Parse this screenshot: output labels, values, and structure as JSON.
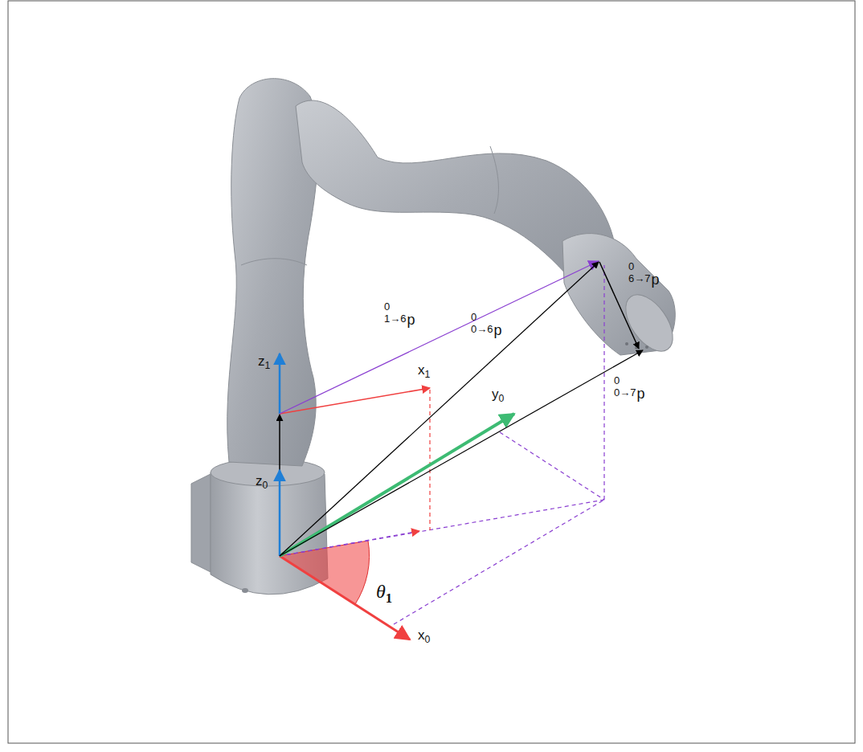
{
  "diagram": {
    "labels": [
      "z1",
      "x1",
      "y0",
      "z0",
      "x0",
      "θ1",
      "0 1→6 p",
      "0 0→6 p",
      "0 6→7 p",
      "0 0→7 p"
    ]
  }
}
